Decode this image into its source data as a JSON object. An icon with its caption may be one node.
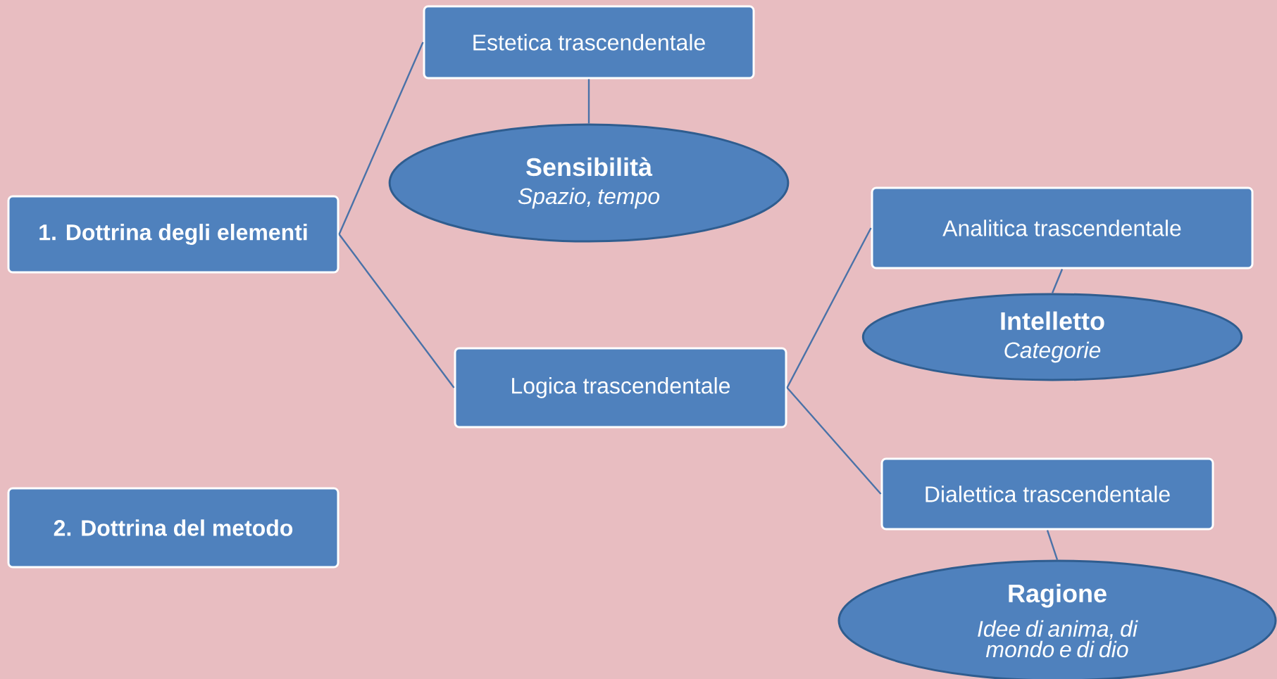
{
  "diagram": {
    "nodes": [
      {
        "text": [
          "1. Dottrina degli elementi"
        ]
      },
      {
        "text": [
          "Estetica trascendentale"
        ]
      },
      {
        "text": [
          "Sensibilità",
          "Spazio, tempo"
        ]
      },
      {
        "text": [
          "Logica trascendentale"
        ]
      },
      {
        "text": [
          "Analitica trascendentale"
        ]
      },
      {
        "text": [
          "Intelletto",
          "Categorie"
        ]
      },
      {
        "text": [
          "Dialettica trascendentale"
        ]
      },
      {
        "text": [
          "Ragione",
          "Idee di anima, di mondo e di dio"
        ]
      },
      {
        "text": [
          "2. Dottrina del metodo"
        ]
      }
    ],
    "edges": [
      {
        "from": 0,
        "to": 1,
        "arrow": "none"
      },
      {
        "from": 1,
        "to": 2,
        "arrow": "none"
      },
      {
        "from": 0,
        "to": 3,
        "arrow": "none"
      },
      {
        "from": 3,
        "to": 4,
        "arrow": "none"
      },
      {
        "from": 4,
        "to": 5,
        "arrow": "none"
      },
      {
        "from": 3,
        "to": 6,
        "arrow": "none"
      },
      {
        "from": 6,
        "to": 7,
        "arrow": "none"
      }
    ]
  }
}
